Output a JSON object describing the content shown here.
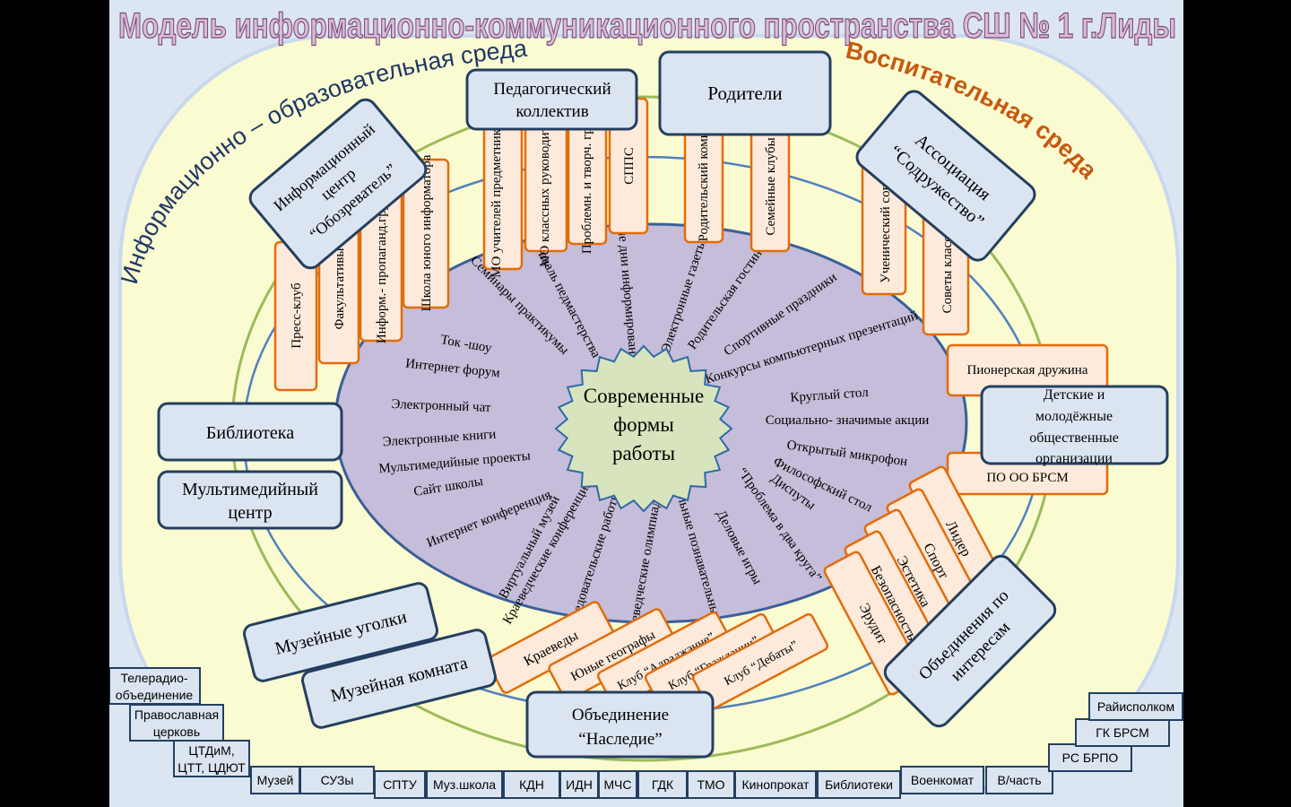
{
  "title": "Модель информационно-коммуникационного пространства СШ № 1 г.Лиды",
  "zones": {
    "info": "Информационно – образовательная среда",
    "vosp": "Воспитательная среда"
  },
  "center": {
    "line1": "Современные",
    "line2": "формы",
    "line3": "работы"
  },
  "forms": [
    "Ток -шоу",
    "Интернет форум",
    "Электронный чат",
    "Электронные книги",
    "Мультимедийные проекты",
    "Сайт школы",
    "Интернет конференция",
    "Семинары практикумы",
    "Фестиваль педмастерства",
    "Единые дни информирования",
    "Электронные газеты",
    "Родительская гостиная",
    "Спортивные праздники",
    "Конкурсы компьютерных презентаций",
    "Круглый стол",
    "Социально- значимые акции",
    "Открытый микрофон",
    "Философский стол",
    "Диспуты",
    "“Проблема в два круга”",
    "Деловые игры",
    "Общешкольные познавательные проекты",
    "Краеведческие олимпиады",
    "Исследовательские работы",
    "Краеведческие конференции",
    "Виртуальный музей"
  ],
  "blue_boxes": {
    "ped": "Педагогический коллектив",
    "rod": "Родители",
    "info_center": [
      "Информационный",
      "центр",
      "“Обозреватель”"
    ],
    "assoc": [
      "Ассоциация",
      "“Содружество”"
    ],
    "biblioteka": "Библиотека",
    "mm": [
      "Мультимедийный",
      "центр"
    ],
    "ugolki": "Музейные уголки",
    "komnata": "Музейная комната",
    "nasledie": [
      "Объединение",
      "“Наследие”"
    ],
    "det": [
      "Детские и",
      "молодёжные",
      "общественные",
      "организации"
    ],
    "interests": [
      "Объединения по",
      "интересам"
    ]
  },
  "tabs": {
    "ped": [
      "МО учителей предметников",
      "МО классных руководителей",
      "Проблемн. и творч. группы",
      "СППС"
    ],
    "rod": [
      "Родительский комитет",
      "Семейные клубы"
    ],
    "info": [
      "Пресс-клуб",
      "Факультативы",
      "Информ.- пропаганд.группы",
      "Школа юного информатора"
    ],
    "assoc": [
      "Ученический совет",
      "Советы классов"
    ],
    "org": [
      "Пионерская дружина",
      "ПО ОО БРСМ"
    ],
    "interest": [
      "Лидер",
      "Спорт",
      "Эстетика",
      "Безопасность",
      "Эрудит"
    ],
    "nasl": [
      "Краеведы",
      "Юные географы",
      "Клуб “Адраджэнне”",
      "Клуб “Гражданин”",
      "Клуб “Дебаты”"
    ]
  },
  "external": [
    "Телерадио- объединение",
    "Православная церковь",
    "ЦТДиМ, ЦТТ, ЦДЮТ",
    "Музей",
    "СУЗы",
    "СПТУ",
    "Муз.школа",
    "КДН",
    "ИДН",
    "МЧС",
    "ГДК",
    "ТМО",
    "Кинопрокат",
    "Библиотеки",
    "Военкомат",
    "В/часть",
    "РС БРПО",
    "ГК БРСМ",
    "Райисполком"
  ],
  "colors": {
    "background": "#dce6f2",
    "outer_zone": "#fbfbd2",
    "ellipse": "#c5bdd9",
    "center": "#d7e4bd",
    "box_fill": "#dbe5f1",
    "box_stroke": "#243f60",
    "tab_fill": "#fdeadb",
    "tab_stroke": "#e36c09",
    "title_fill": "#d9bcd7",
    "vosp_text": "#c55a11",
    "info_text": "#1f3864"
  }
}
